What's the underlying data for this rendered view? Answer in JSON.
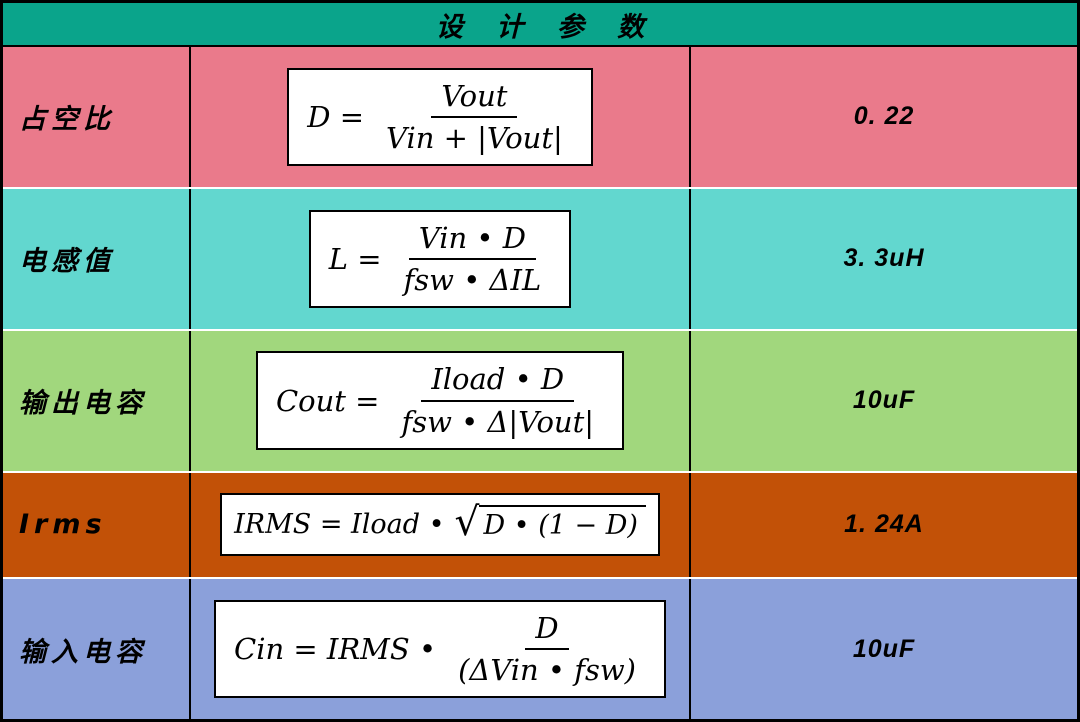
{
  "title": "设 计 参 数",
  "colors": {
    "header": "#0aa48b",
    "row_colors": [
      "#ea7a8b",
      "#62d7cf",
      "#a1d77d",
      "#c25107",
      "#8ba0da"
    ]
  },
  "rows": [
    {
      "label": "占空比",
      "value": "0. 22",
      "formula": {
        "lead": "D =",
        "num": "Vout",
        "den": "Vin + |Vout|"
      }
    },
    {
      "label": "电感值",
      "value": "3. 3uH",
      "formula": {
        "lead": "L =",
        "num": "Vin • D",
        "den": "fsw • ΔIL"
      }
    },
    {
      "label": "输出电容",
      "value": "10uF",
      "formula": {
        "lead": "Cout =",
        "num": "Iload • D",
        "den": "fsw • Δ|Vout|"
      }
    },
    {
      "label": "Irms",
      "value": "1. 24A",
      "formula": {
        "lead": "IRMS = Iload •",
        "radical": "√",
        "radicand": "D • (1 − D)"
      }
    },
    {
      "label": "输入电容",
      "value": "10uF",
      "formula": {
        "lead": "Cin = IRMS •",
        "num": "D",
        "den": "(ΔVin • fsw)"
      }
    }
  ]
}
